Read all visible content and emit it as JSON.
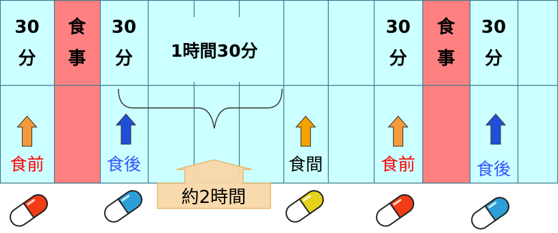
{
  "top_row": [
    {
      "text": "30分",
      "kind": "wait"
    },
    {
      "text": "食事",
      "kind": "meal"
    },
    {
      "text": "30分",
      "kind": "wait"
    },
    {
      "text": "",
      "kind": "plain"
    },
    {
      "text": "",
      "kind": "plain"
    },
    {
      "text": "",
      "kind": "plain"
    },
    {
      "text": "",
      "kind": "plain"
    },
    {
      "text": "",
      "kind": "plain"
    },
    {
      "text": "30分",
      "kind": "wait"
    },
    {
      "text": "食事",
      "kind": "meal"
    },
    {
      "text": "30分",
      "kind": "wait"
    },
    {
      "text": "",
      "kind": "plain"
    }
  ],
  "span_label": "1時間30分",
  "timing_labels": [
    {
      "text": "食前",
      "color": "#ff0000",
      "arrow_color": "#f59a3a",
      "arrow_kind": "orange"
    },
    {
      "text": "食後",
      "color": "#3355ff",
      "arrow_color": "#1f4fd6",
      "arrow_kind": "blue"
    },
    {
      "text": "食間",
      "color": "#000000",
      "arrow_color": "#f5a200",
      "arrow_kind": "yellow-orange"
    },
    {
      "text": "食前",
      "color": "#ff0000",
      "arrow_color": "#f59a3a",
      "arrow_kind": "orange"
    },
    {
      "text": "食後",
      "color": "#3355ff",
      "arrow_color": "#1f4fd6",
      "arrow_kind": "blue"
    }
  ],
  "callout_text": "約2時間",
  "capsules": [
    {
      "cap_color": "#f23c18"
    },
    {
      "cap_color": "#2c9fd6"
    },
    {
      "cap_color": "#e6d21a"
    },
    {
      "cap_color": "#f23c18"
    },
    {
      "cap_color": "#2c9fd6"
    }
  ],
  "colors": {
    "cell_bg": "#ccffff",
    "meal_bg": "#ff8080",
    "grid": "#3a7a8c"
  }
}
